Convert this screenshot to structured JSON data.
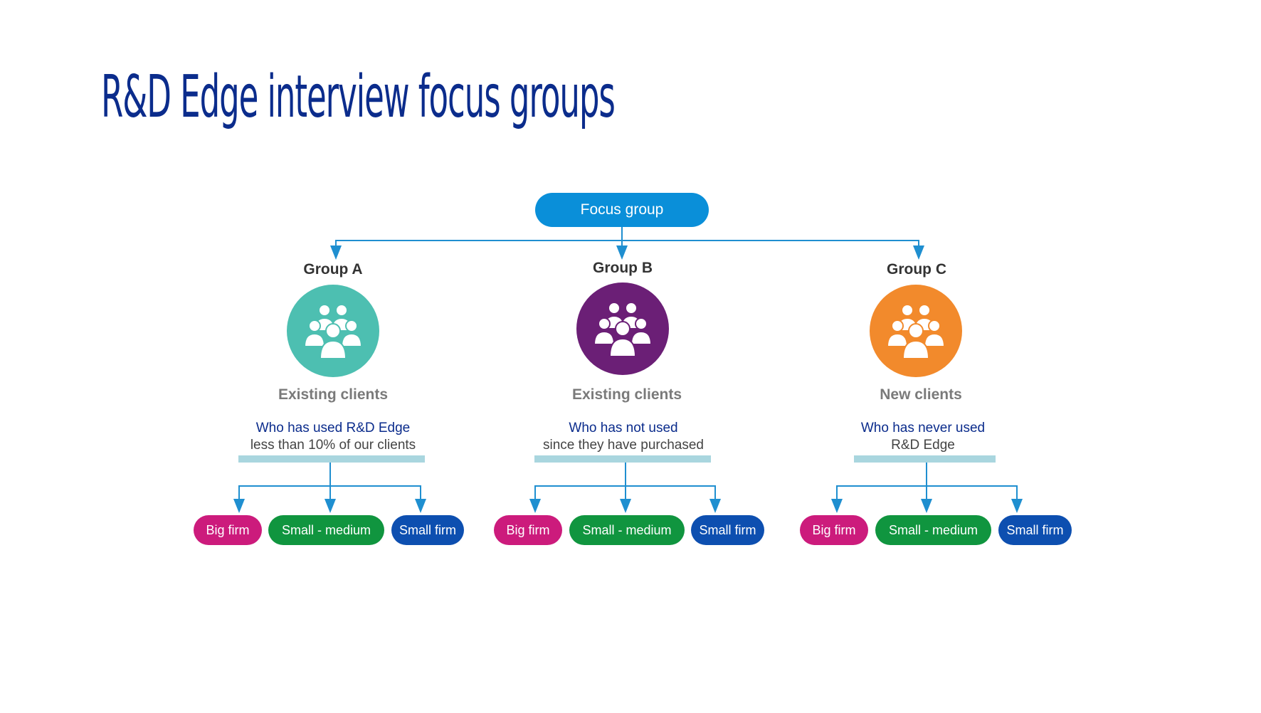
{
  "title": "R&D Edge interview focus groups",
  "colors": {
    "title": "#0b2c8c",
    "root": "#0a8fd9",
    "connector": "#1f8fd0",
    "big_firm": "#cc1b7c",
    "small_medium": "#10953f",
    "small_firm": "#0d4fb0",
    "group_a": "#4dbfb1",
    "group_b": "#6b1f76",
    "group_c": "#f28a2c"
  },
  "root": {
    "label": "Focus group"
  },
  "groups": [
    {
      "title": "Group A",
      "icon": "people-group-icon",
      "subtitle": "Existing clients",
      "desc_line1": "Who has used R&D Edge",
      "desc_line2": "less than 10% of our clients",
      "children": [
        "Big firm",
        "Small - medium",
        "Small firm"
      ]
    },
    {
      "title": "Group B",
      "icon": "people-group-icon",
      "subtitle": "Existing clients",
      "desc_line1": "Who has not used",
      "desc_line2": "since they have purchased",
      "children": [
        "Big firm",
        "Small - medium",
        "Small firm"
      ]
    },
    {
      "title": "Group C",
      "icon": "people-group-icon",
      "subtitle": "New clients",
      "desc_line1": "Who has never used",
      "desc_line2": "R&D Edge",
      "children": [
        "Big firm",
        "Small - medium",
        "Small firm"
      ]
    }
  ]
}
